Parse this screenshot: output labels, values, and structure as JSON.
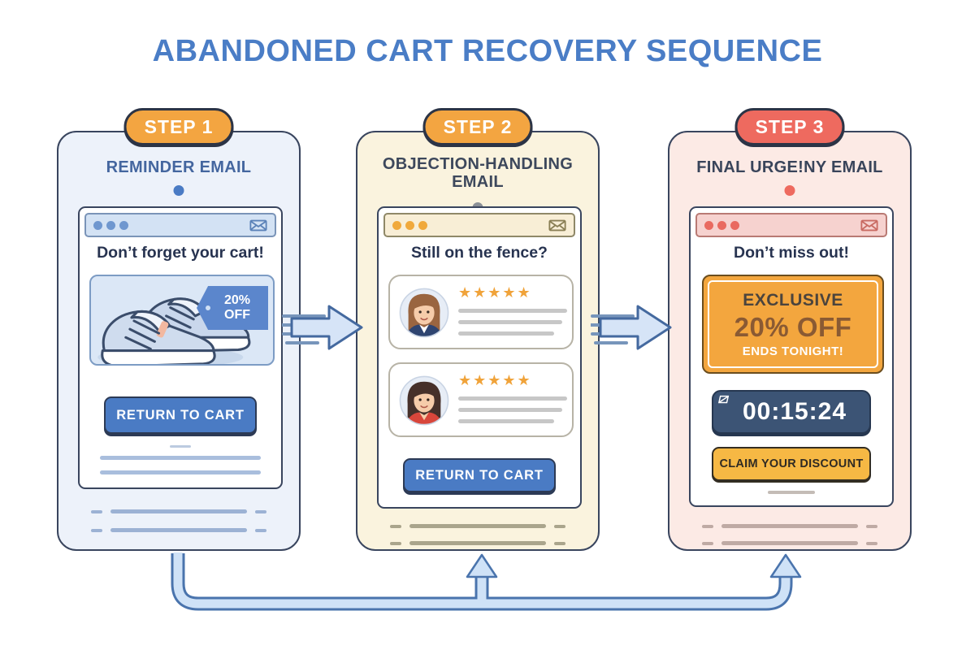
{
  "title": "ABANDONED CART RECOVERY SEQUENCE",
  "steps": [
    {
      "badge": "STEP 1",
      "heading": "REMINDER EMAIL",
      "email": {
        "subject": "Don’t forget your cart!",
        "tag_line1": "20%",
        "tag_line2": "OFF",
        "button": "RETURN TO CART"
      }
    },
    {
      "badge": "STEP 2",
      "heading": "OBJECTION-HANDLING EMAIL",
      "email": {
        "subject": "Still on the fence?",
        "testimonials": [
          {
            "stars": "★★★★★"
          },
          {
            "stars": "★★★★★"
          }
        ],
        "button": "RETURN TO CART"
      }
    },
    {
      "badge": "STEP 3",
      "heading": "FINAL URGE!NY EMAIL",
      "email": {
        "subject": "Don’t miss out!",
        "offer": {
          "line1": "EXCLUSIVE",
          "line2": "20% OFF",
          "line3": "ENDS TONIGHT!"
        },
        "timer": "00:15:24",
        "button": "CLAIM YOUR DISCOUNT"
      }
    }
  ],
  "icons": {
    "window_dots": "three window dots",
    "envelope": "envelope",
    "timer_icon": "stopwatch",
    "stars": "★"
  },
  "colors": {
    "title": "#4a7dc6",
    "card_border": "#39455e",
    "badge_orange": "#f3a541",
    "badge_red": "#ee6a5f",
    "accent_blue": "#4a7bc4",
    "card1_bg": "#edf2fa",
    "card2_bg": "#faf3de",
    "card3_bg": "#fceae5",
    "offer_bg": "#f3a63e",
    "timer_bg": "#3c5475",
    "claim_bg": "#f6b844",
    "stars": "#f0a33a",
    "arrow_fill": "#d6e4f7",
    "arrow_stroke": "#4a74ad"
  }
}
